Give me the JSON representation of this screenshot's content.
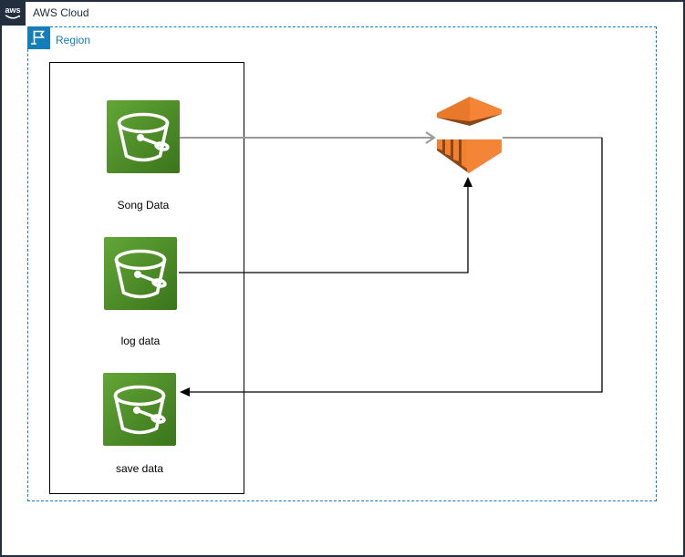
{
  "aws_cloud": {
    "label": "AWS Cloud",
    "logo_text": "aws"
  },
  "region": {
    "label": "Region"
  },
  "nodes": {
    "song_data": {
      "label": "Song Data",
      "type": "s3-bucket"
    },
    "log_data": {
      "label": "log data",
      "type": "s3-bucket"
    },
    "save_data": {
      "label": "save data",
      "type": "s3-bucket"
    },
    "warehouse": {
      "label": "",
      "type": "redshift"
    }
  },
  "edges": [
    {
      "from": "song_data",
      "to": "warehouse",
      "color": "#999999",
      "arrow": "open"
    },
    {
      "from": "log_data",
      "to": "warehouse",
      "color": "#000000",
      "arrow": "solid"
    },
    {
      "from": "warehouse",
      "to": "save_data",
      "color": "#000000",
      "arrow": "solid"
    }
  ],
  "colors": {
    "cloud_border": "#232F3E",
    "region_accent": "#147EBA",
    "bucket_green_light": "#63A637",
    "bucket_green_dark": "#3A751B",
    "redshift_light": "#F58536",
    "redshift_mid": "#E8792B",
    "redshift_dark": "#8C4517",
    "edge_gray": "#999999",
    "edge_black": "#000000"
  }
}
